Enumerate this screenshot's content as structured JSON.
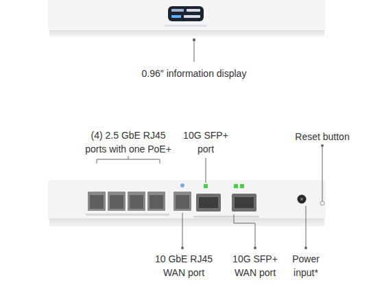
{
  "diagram": {
    "labels": [
      "0.96″ information display",
      "(4) 2.5 GbE RJ45 ports with one PoE+",
      "10G SFP+ port",
      "Reset button",
      "10 GbE RJ45 WAN port",
      "10G SFP+ WAN port",
      "Power input*"
    ]
  }
}
